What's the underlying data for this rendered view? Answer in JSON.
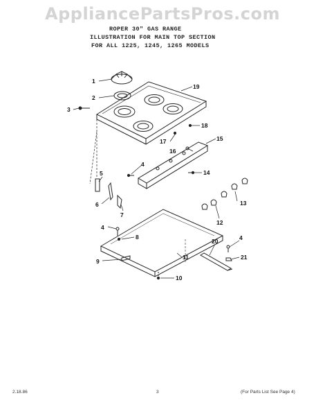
{
  "watermark": "AppliancePartsPros.com",
  "header": {
    "line1": "ROPER 30\" GAS RANGE",
    "line2": "ILLUSTRATION FOR MAIN TOP SECTION",
    "line3": "FOR ALL 1225, 1245, 1265 MODELS"
  },
  "callouts": {
    "c1": "1",
    "c2": "2",
    "c3": "3",
    "c4a": "4",
    "c4b": "4",
    "c4c": "4",
    "c5": "5",
    "c6": "6",
    "c7": "7",
    "c8": "8",
    "c9": "9",
    "c10": "10",
    "c11": "11",
    "c12": "12",
    "c13": "13",
    "c14": "14",
    "c15": "15",
    "c16": "16",
    "c17": "17",
    "c18": "18",
    "c19": "19",
    "c20": "20",
    "c21": "21"
  },
  "footer": {
    "date": "2.18.86",
    "page": "3",
    "note": "(For Parts List See Page 4)"
  }
}
